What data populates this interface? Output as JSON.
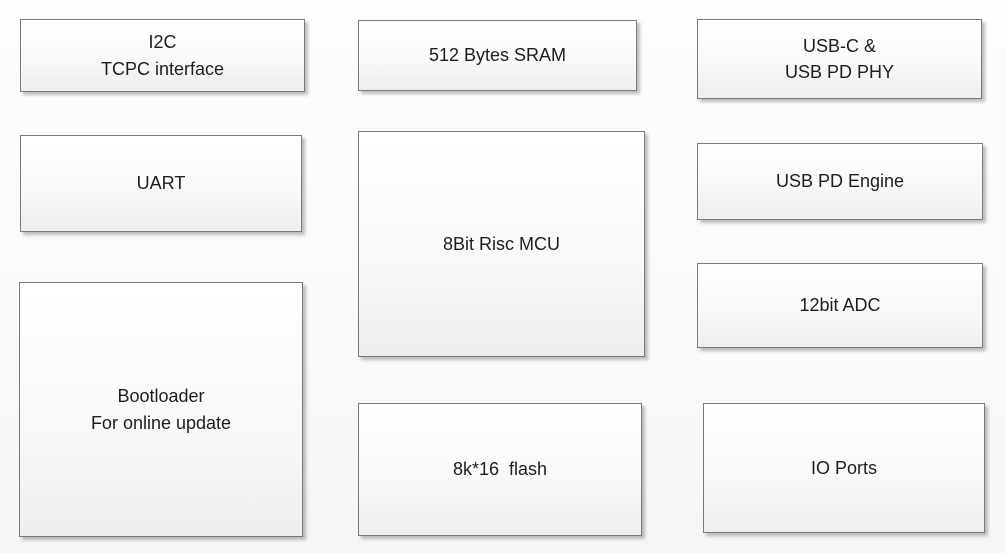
{
  "diagram": {
    "description": "MCU block diagram",
    "blocks": [
      {
        "id": "i2c-tcpc-interface",
        "label": "I2C\nTCPC interface"
      },
      {
        "id": "sram",
        "label": "512 Bytes SRAM"
      },
      {
        "id": "usbc-usb-pd-phy",
        "label": "USB-C &\nUSB PD PHY"
      },
      {
        "id": "uart",
        "label": "UART"
      },
      {
        "id": "mcu-core",
        "label": "8Bit Risc MCU"
      },
      {
        "id": "usb-pd-engine",
        "label": "USB PD Engine"
      },
      {
        "id": "adc",
        "label": "12bit ADC"
      },
      {
        "id": "bootloader",
        "label": "Bootloader\nFor online update"
      },
      {
        "id": "flash",
        "label": "8k*16  flash"
      },
      {
        "id": "io-ports",
        "label": "IO Ports"
      }
    ],
    "colors": {
      "block_border": "#7a7a7a",
      "block_fill_top": "#ffffff",
      "block_fill_bottom": "#eeeeee",
      "text": "#1e1e1e",
      "background": "#fafafa"
    }
  }
}
